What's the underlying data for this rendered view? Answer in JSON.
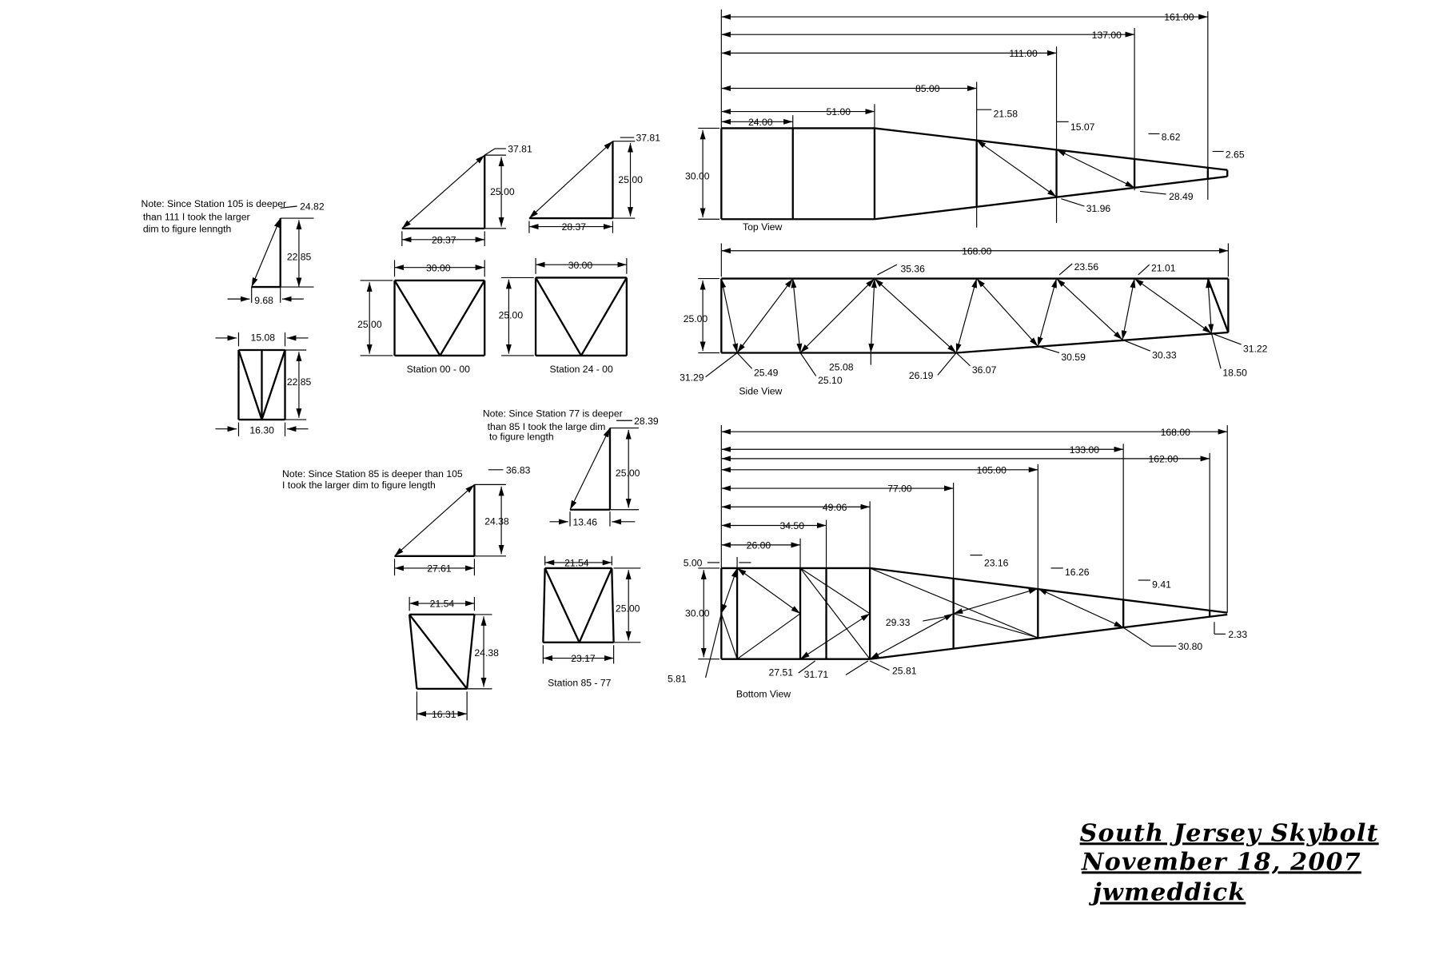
{
  "top_view": {
    "title": "Top View",
    "dims": {
      "d161": "161.00",
      "d137": "137.00",
      "d111": "111.00",
      "d85": "85.00",
      "d51": "51.00",
      "d24": "24.00",
      "width": "30.00"
    },
    "widths": {
      "w2158": "21.58",
      "w1507": "15.07",
      "w862": "8.62",
      "w265": "2.65"
    },
    "diagonals": {
      "g3196": "31.96",
      "g2849": "28.49"
    }
  },
  "side_view": {
    "title": "Side View",
    "length": "168.00",
    "height": "25.00",
    "labels": [
      "35.36",
      "23.56",
      "21.01",
      "31.29",
      "25.49",
      "25.10",
      "25.08",
      "26.19",
      "36.07",
      "30.59",
      "30.33",
      "31.22",
      "18.50"
    ]
  },
  "bottom_view": {
    "title": "Bottom View",
    "dims": {
      "d168": "168.00",
      "d133": "133.00",
      "d162": "162.00",
      "d105": "105.00",
      "d77": "77.00",
      "d4906": "49.06",
      "d3450": "34.50",
      "d26": "26.00",
      "d5": "5.00",
      "width": "30.00"
    },
    "labels": [
      "23.16",
      "16.26",
      "9.41",
      "2.33",
      "29.33",
      "27.51",
      "31.71",
      "25.81",
      "30.80",
      "5.81"
    ]
  },
  "station_105": {
    "note": [
      "Note: Since Station 105 is deeper",
      "than 111 I took the larger",
      "dim to figure lenngth"
    ],
    "hyp": "24.82",
    "height": "22.85",
    "base": "9.68",
    "box_top": "15.08",
    "box_height": "22.85",
    "box_bottom": "16.30"
  },
  "station_00": {
    "title": "Station 00 - 00",
    "hyp": "37.81",
    "height": "25.00",
    "base": "28.37",
    "box_width": "30.00",
    "box_height": "25.00"
  },
  "station_24": {
    "title": "Station 24 - 00",
    "hyp": "37.81",
    "height": "25.00",
    "base": "28.37",
    "box_width": "30.00",
    "box_height": "25.00"
  },
  "station_77": {
    "note": [
      "Note: Since Station 77 is deeper",
      "than 85 I took the large dim",
      "to figure length"
    ],
    "hyp": "28.39",
    "height": "25.00",
    "base": "13.46"
  },
  "station_85": {
    "note": [
      "Note: Since Station 85 is deeper than 105",
      "I took the larger dim to figure length"
    ],
    "hyp": "36.83",
    "height": "24.38",
    "base": "27.61",
    "box_top": "21.54",
    "box_height": "24.38",
    "box_bottom": "16.31"
  },
  "station_85_77": {
    "title": "Station 85 - 77",
    "box_top": "21.54",
    "box_height": "25.00",
    "box_bottom": "23.17"
  },
  "signature": [
    "South Jersey Skybolt",
    "November 18, 2007",
    "jwmeddick"
  ]
}
